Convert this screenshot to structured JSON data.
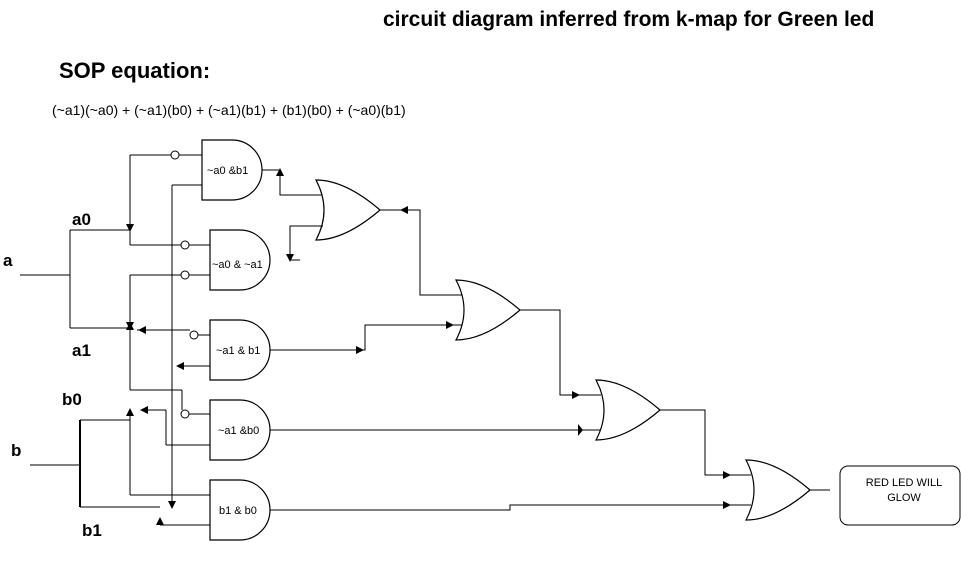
{
  "title": "circuit diagram inferred from k-map for Green led",
  "sop": {
    "heading": "SOP equation:",
    "expression": "(~a1)(~a0) + (~a1)(b0) + (~a1)(b1) + (b1)(b0) +  (~a0)(b1)"
  },
  "signals": {
    "a": "a",
    "a0": "a0",
    "a1": "a1",
    "b": "b",
    "b0": "b0",
    "b1": "b1"
  },
  "and_gates": {
    "g1": "~a0 &b1",
    "g2": "~a0 & ~a1",
    "g3": "~a1 & b1",
    "g4": "~a1 &b0",
    "g5": "b1 & b0"
  },
  "output": {
    "line1": "RED LED WILL",
    "line2": "GLOW"
  }
}
